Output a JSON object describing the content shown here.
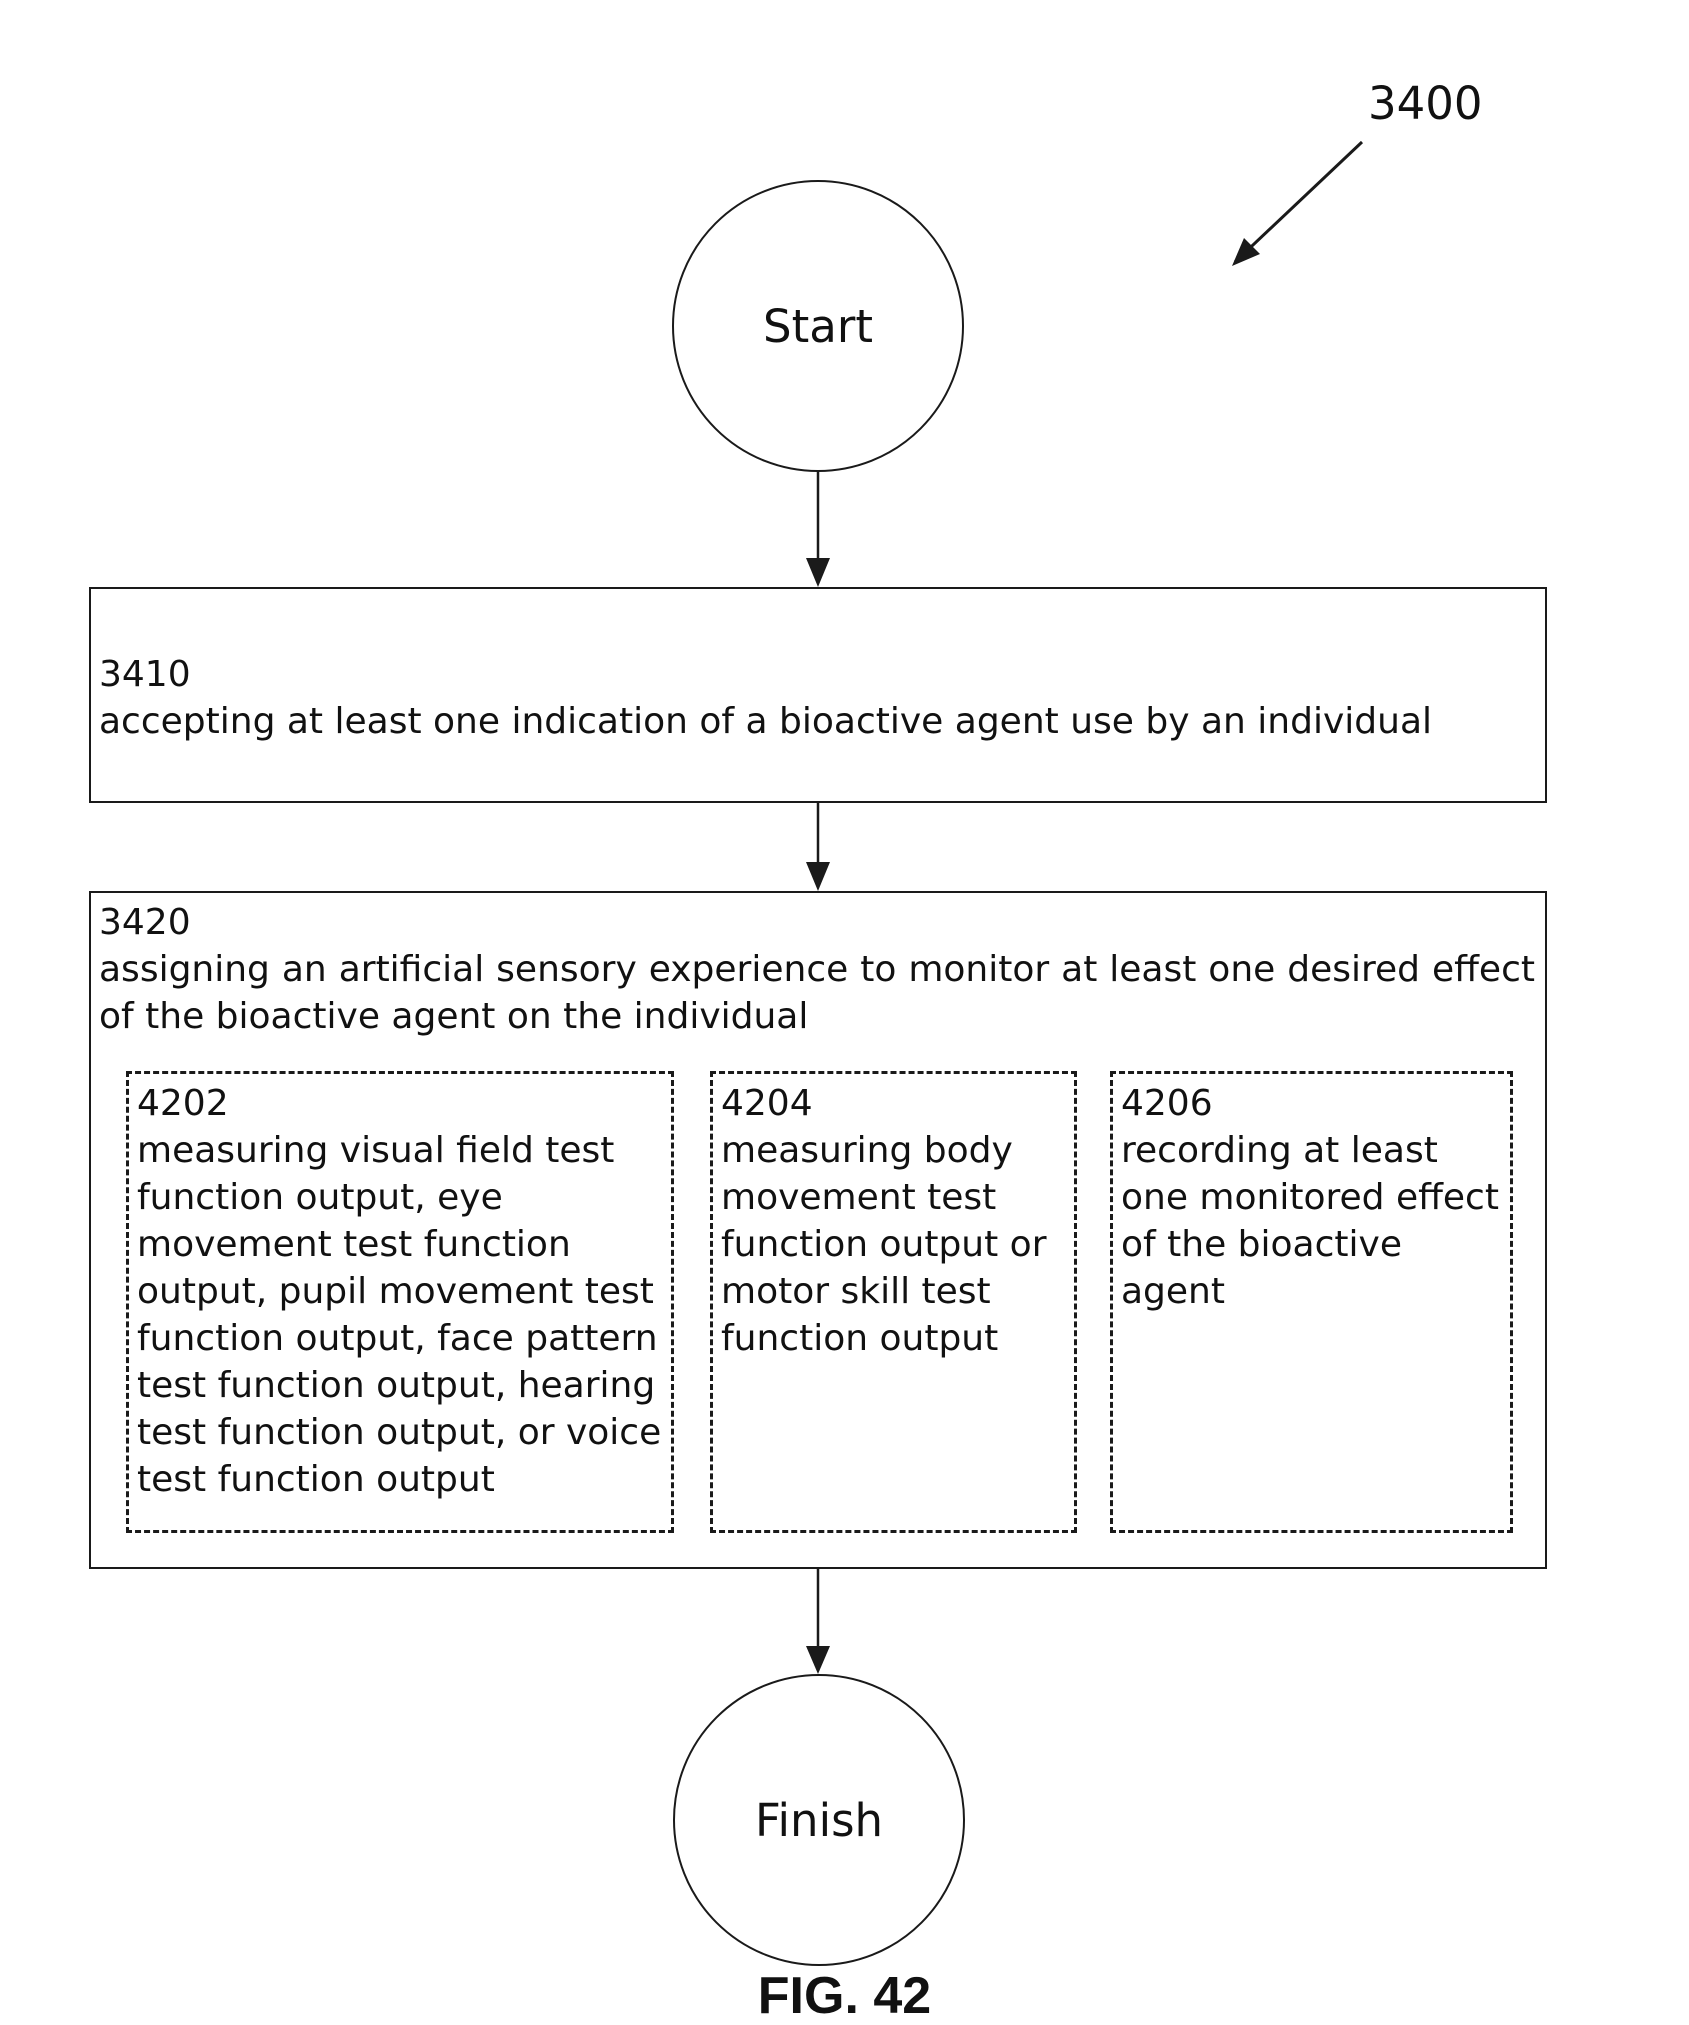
{
  "figure": {
    "reference": "3400",
    "caption": "FIG. 42"
  },
  "start": {
    "label": "Start"
  },
  "finish": {
    "label": "Finish"
  },
  "steps": [
    {
      "id": "3410",
      "text": "accepting at least one indication of a bioactive agent use by an individual"
    },
    {
      "id": "3420",
      "text": "assigning an artificial sensory experience to monitor at least one desired effect of the bioactive agent on the individual",
      "substeps": [
        {
          "id": "4202",
          "text": "measuring visual field test function output, eye movement test function output, pupil movement test function output, face pattern test function output, hearing test function output, or voice test function output"
        },
        {
          "id": "4204",
          "text": "measuring body movement test function output or motor skill test function output"
        },
        {
          "id": "4206",
          "text": "recording at least one monitored effect of the bioactive agent"
        }
      ]
    }
  ]
}
